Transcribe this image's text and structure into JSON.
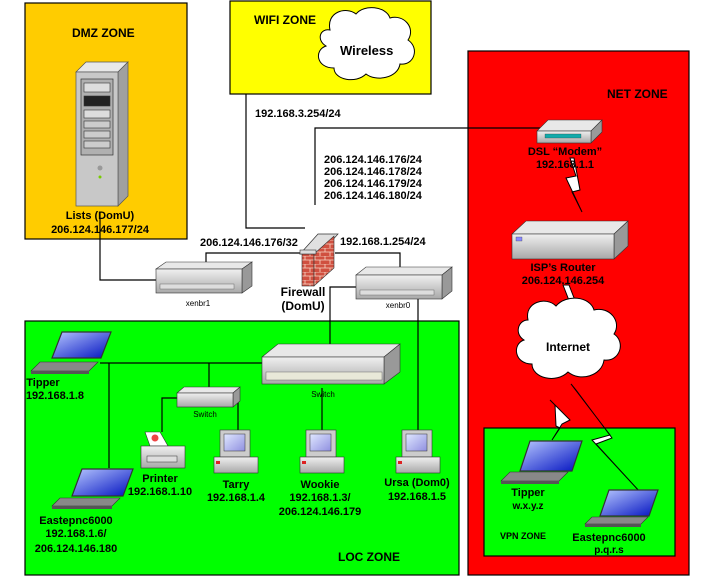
{
  "colors": {
    "dmz": "#FFCC00",
    "wifi": "#FFFF00",
    "net": "#FF0000",
    "loc": "#00FF00",
    "vpn": "#00FF00"
  },
  "zones": {
    "dmz": {
      "label": "DMZ ZONE"
    },
    "wifi": {
      "label": "WIFI ZONE",
      "cloud_label": "Wireless",
      "ip": "192.168.3.254/24"
    },
    "net": {
      "label": "NET ZONE"
    },
    "loc": {
      "label": "LOC ZONE"
    },
    "vpn": {
      "label": "VPN ZONE"
    }
  },
  "nodes": {
    "lists": {
      "name": "Lists (DomU)",
      "ip": "206.124.146.177/24"
    },
    "firewall": {
      "name": "Firewall",
      "sub": "(DomU)",
      "ext_ips": [
        "206.124.146.176/24",
        "206.124.146.178/24",
        "206.124.146.179/24",
        "206.124.146.180/24"
      ],
      "left_ip": "206.124.146.176/32",
      "right_ip": "192.168.1.254/24"
    },
    "xenbr1": {
      "name": "xenbr1"
    },
    "xenbr0": {
      "name": "xenbr0"
    },
    "dsl_modem": {
      "name": "DSL “Modem”",
      "ip": "192.168.1.1"
    },
    "isp_router": {
      "name": "ISP’s Router",
      "ip": "206.124.146.254"
    },
    "internet": {
      "name": "Internet"
    },
    "main_switch": {
      "name": "Switch"
    },
    "small_switch": {
      "name": "Switch"
    },
    "tipper_loc": {
      "name": "Tipper",
      "ip": "192.168.1.8"
    },
    "eastepnc_loc": {
      "name": "Eastepnc6000",
      "ip": "192.168.1.6/",
      "ip2": "206.124.146.180"
    },
    "printer": {
      "name": "Printer",
      "ip": "192.168.1.10"
    },
    "tarry": {
      "name": "Tarry",
      "ip": "192.168.1.4"
    },
    "wookie": {
      "name": "Wookie",
      "ip": "192.168.1.3/",
      "ip2": "206.124.146.179"
    },
    "ursa": {
      "name": "Ursa (Dom0)",
      "ip": "192.168.1.5"
    },
    "tipper_vpn": {
      "name": "Tipper",
      "ip": "w.x.y.z"
    },
    "eastepnc_vpn": {
      "name": "Eastepnc6000",
      "ip": "p.q.r.s"
    }
  }
}
